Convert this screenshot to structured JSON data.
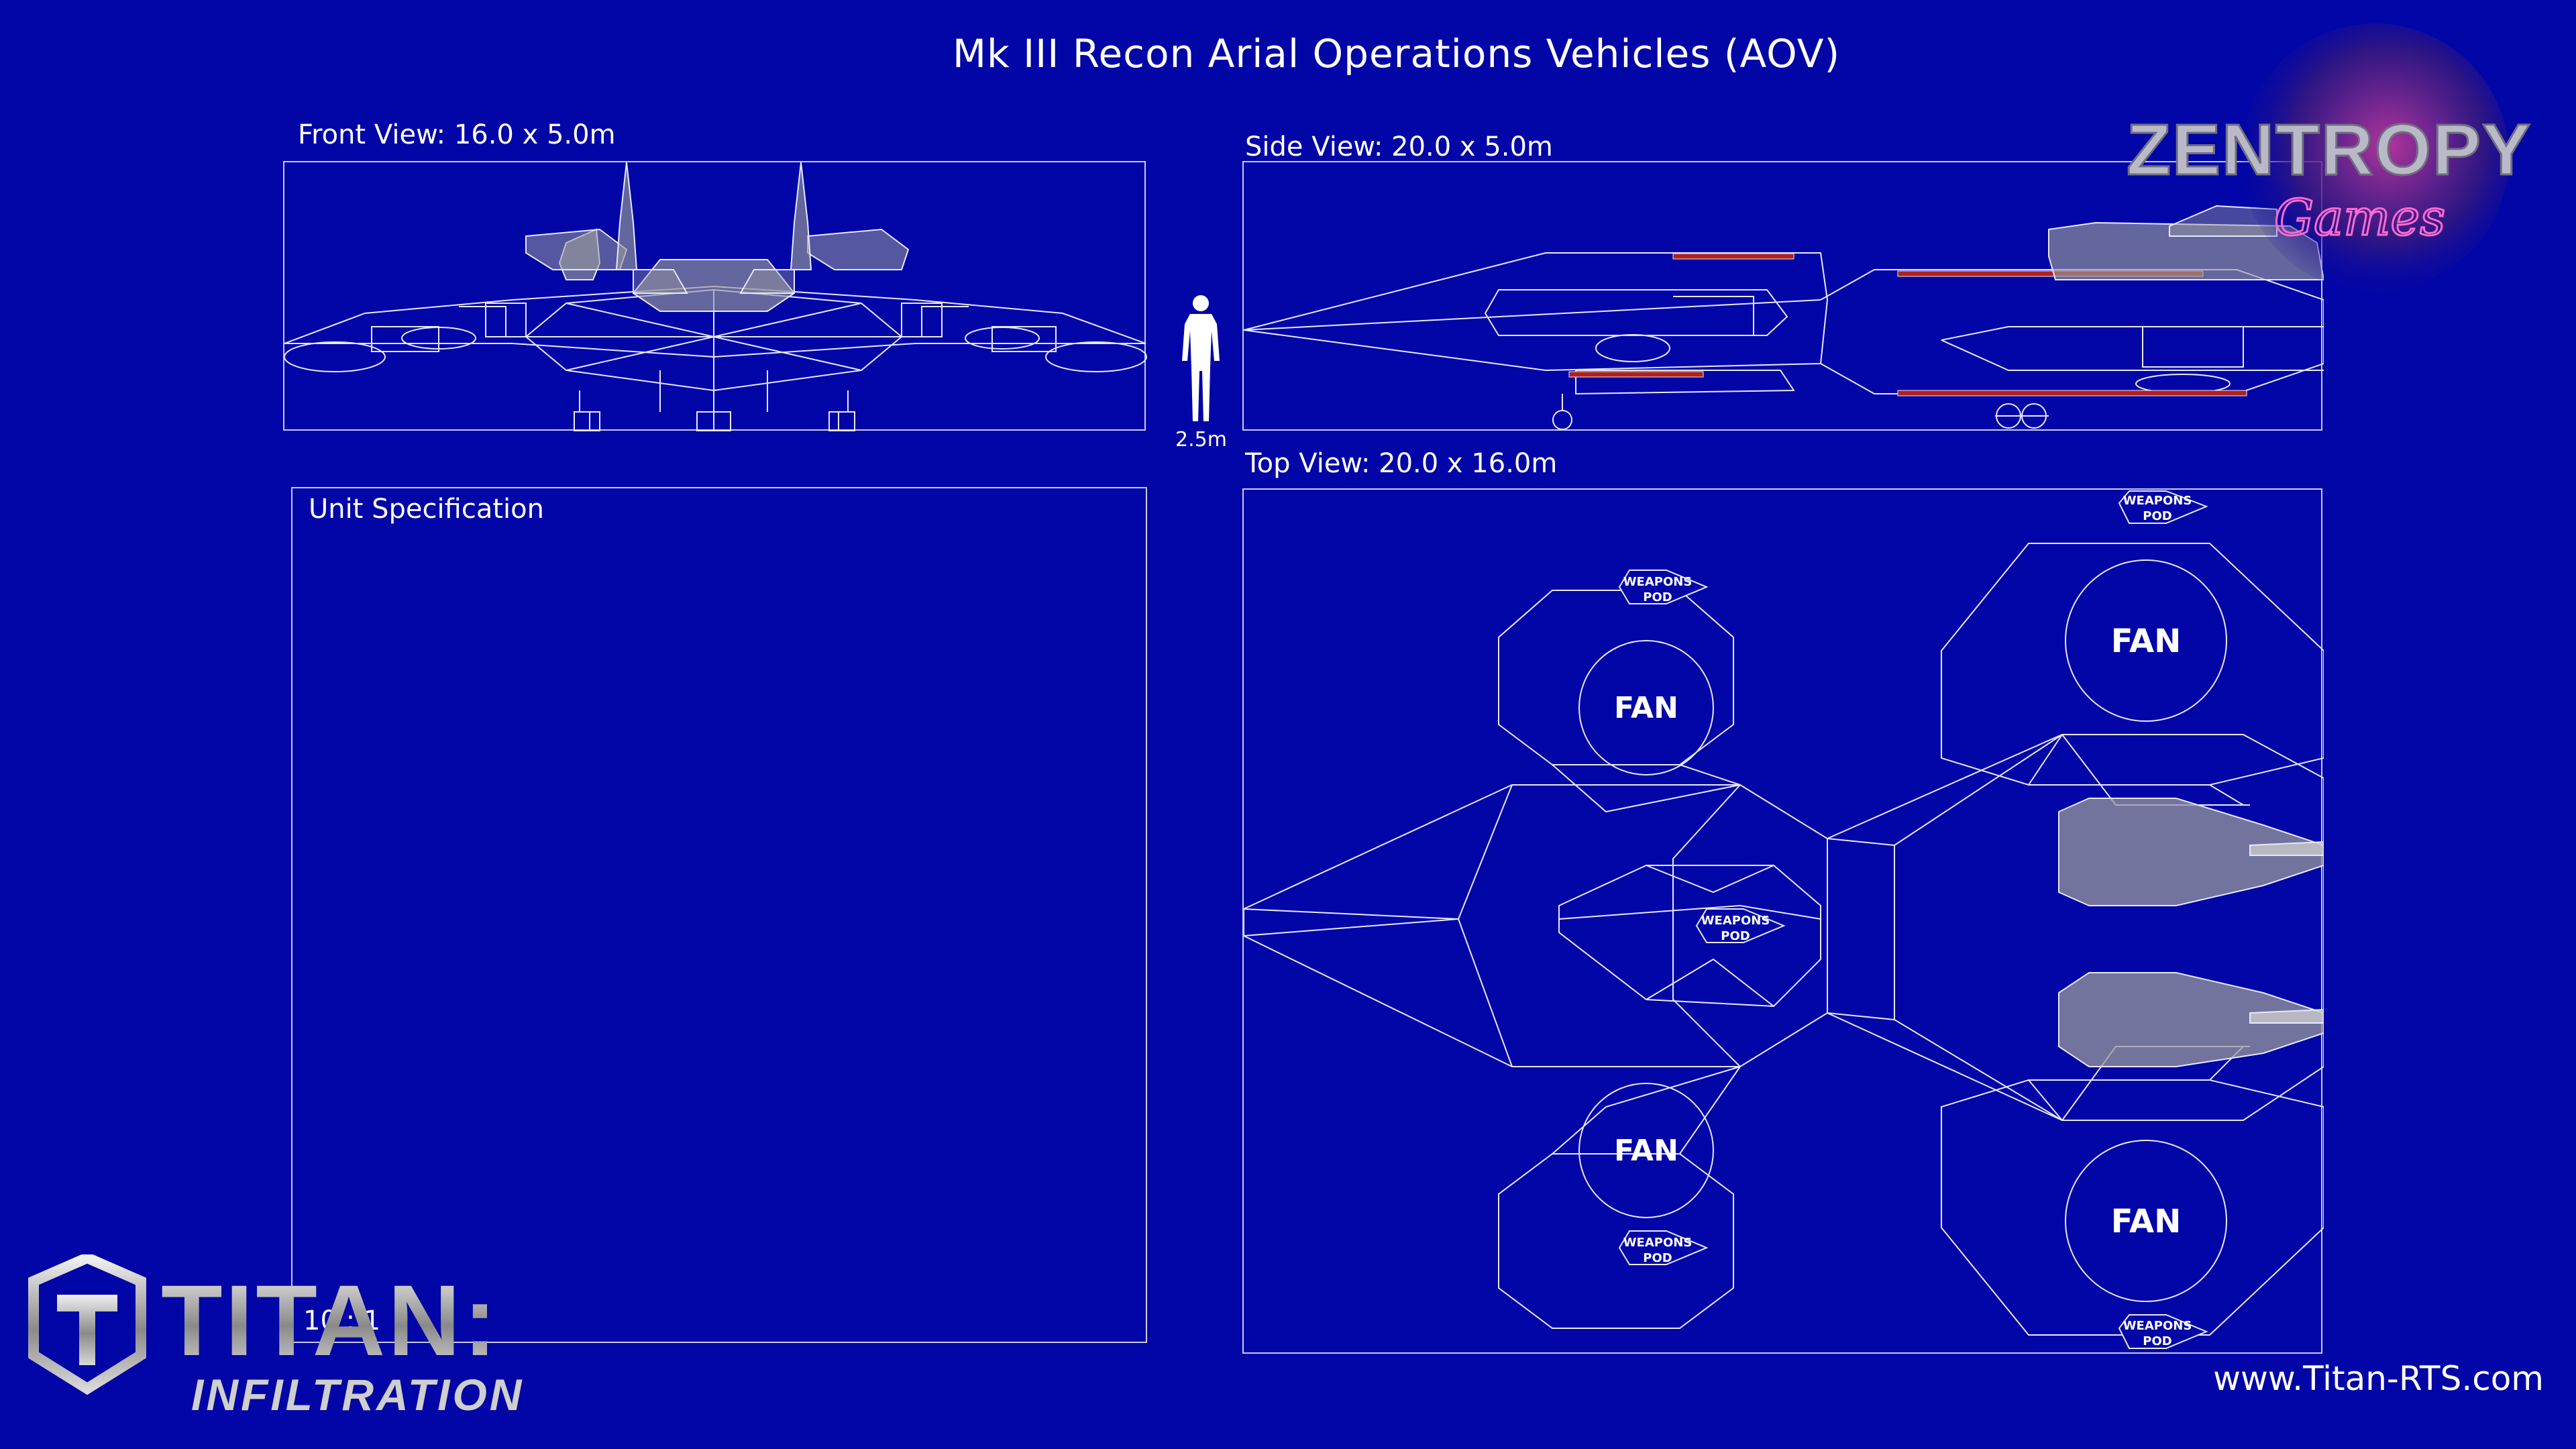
{
  "title": "Mk III Recon Arial Operations Vehicles (AOV)",
  "front_view": {
    "label": "Front View: 16.0 x 5.0m"
  },
  "side_view": {
    "label": "Side View: 20.0 x 5.0m"
  },
  "top_view": {
    "label": "Top View: 20.0 x 16.0m",
    "fan_label": "FAN",
    "pod_label_line1": "WEAPONS",
    "pod_label_line2": "POD"
  },
  "scale_figure": {
    "label": "2.5m",
    "icon": "human-silhouette-icon"
  },
  "unit_spec": {
    "title": "Unit Specification",
    "scale": "10 : 1"
  },
  "logos": {
    "zentropy_main": "ZENTROPY",
    "zentropy_sub": "Games",
    "titan_main": "TITAN:",
    "titan_sub": "INFILTRATION"
  },
  "website": "www.Titan-RTS.com",
  "colors": {
    "background": "#0206a6",
    "line": "#e6e8ff",
    "armor_grey": "#9a9a9a",
    "red_stripe": "#b0201c"
  }
}
